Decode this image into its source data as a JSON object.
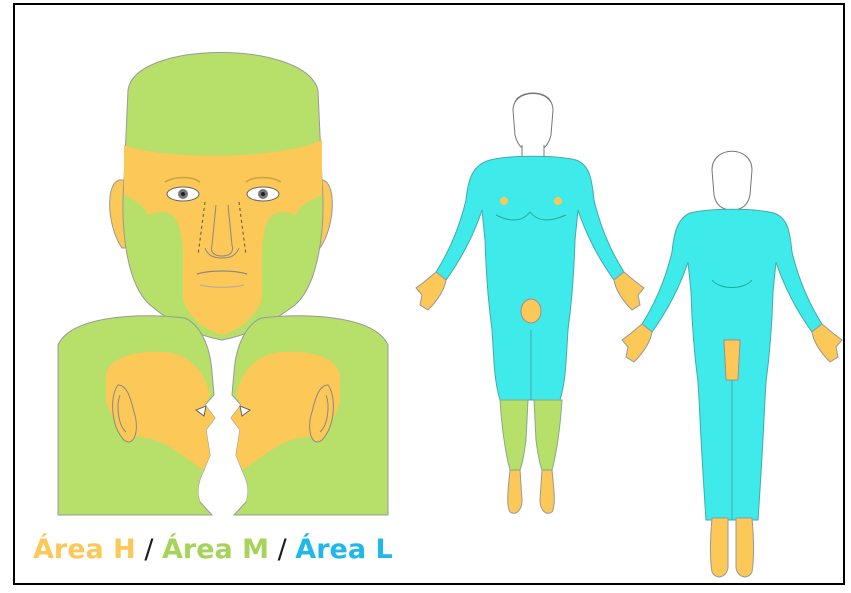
{
  "colors": {
    "area_h": "#fcc857",
    "area_m": "#b6e06a",
    "area_l": "#3eeaea",
    "outline": "#8a8a8a",
    "text_dark": "#1a1a1a"
  },
  "legend": {
    "area_h": "Área H",
    "separator_1": " / ",
    "area_m": "Área M",
    "separator_2": " / ",
    "area_l": "Área L"
  }
}
